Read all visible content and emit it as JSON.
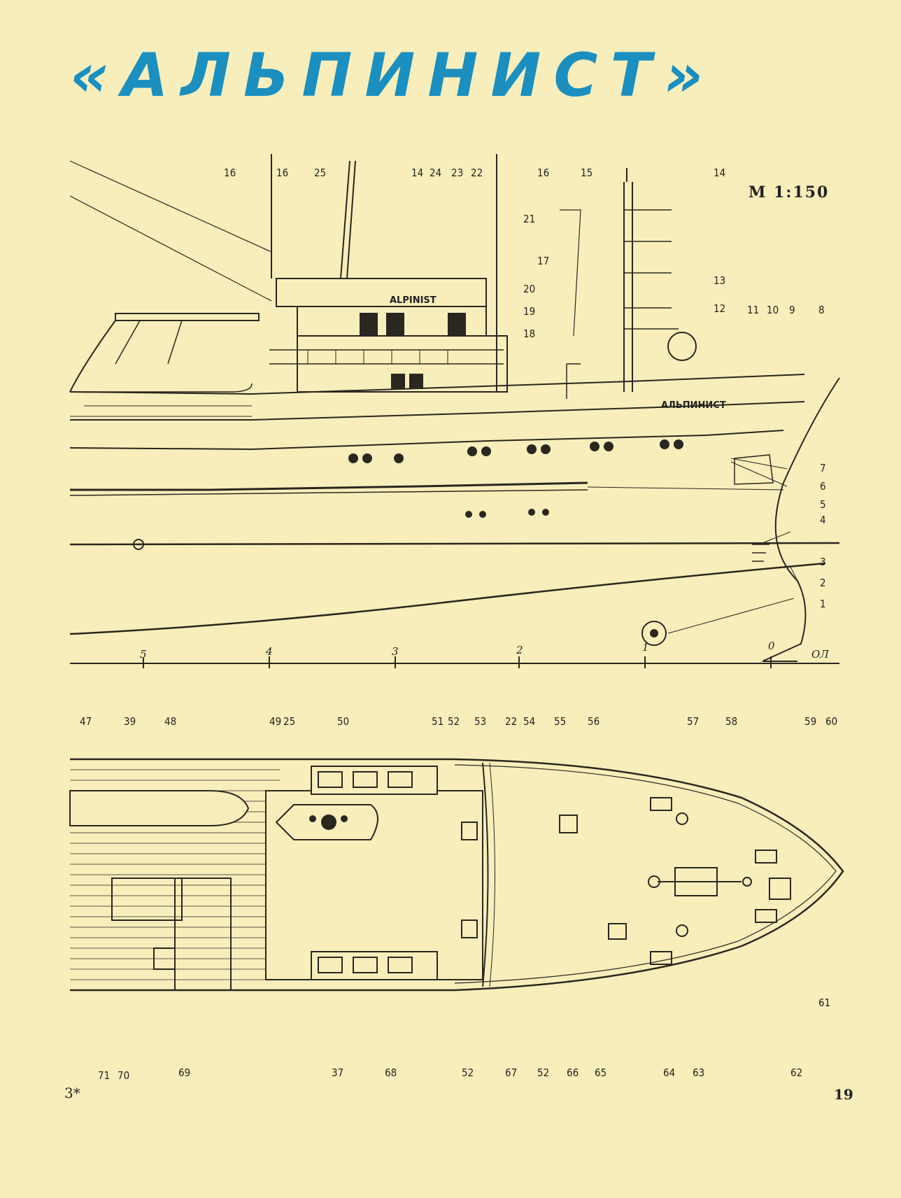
{
  "title": "«АЛЬПИНИСТ»",
  "scale_label": "М 1:150",
  "page_number": "19",
  "signature_mark": "3*",
  "ship_name_latin": "ALPINIST",
  "ship_name_cyrillic": "АЛЬПИНИСТ",
  "baseline_label": "ОЛ",
  "frame_stations": [
    "5",
    "4",
    "3",
    "2",
    "1",
    "0"
  ],
  "profile_callouts": [
    "16",
    "16",
    "25",
    "14",
    "24",
    "23",
    "22",
    "16",
    "15",
    "14",
    "21",
    "17",
    "20",
    "19",
    "18",
    "13",
    "12",
    "11",
    "10",
    "9",
    "8",
    "7",
    "6",
    "5",
    "4",
    "3",
    "2",
    "1"
  ],
  "plan_top_callouts": [
    "47",
    "39",
    "48",
    "49",
    "25",
    "50",
    "51",
    "52",
    "53",
    "22",
    "54",
    "55",
    "56",
    "57",
    "58",
    "59",
    "60"
  ],
  "plan_bottom_callouts": [
    "71",
    "70",
    "69",
    "37",
    "68",
    "52",
    "67",
    "52",
    "66",
    "65",
    "64",
    "63",
    "62"
  ],
  "plan_side_callouts": [
    "61"
  ]
}
